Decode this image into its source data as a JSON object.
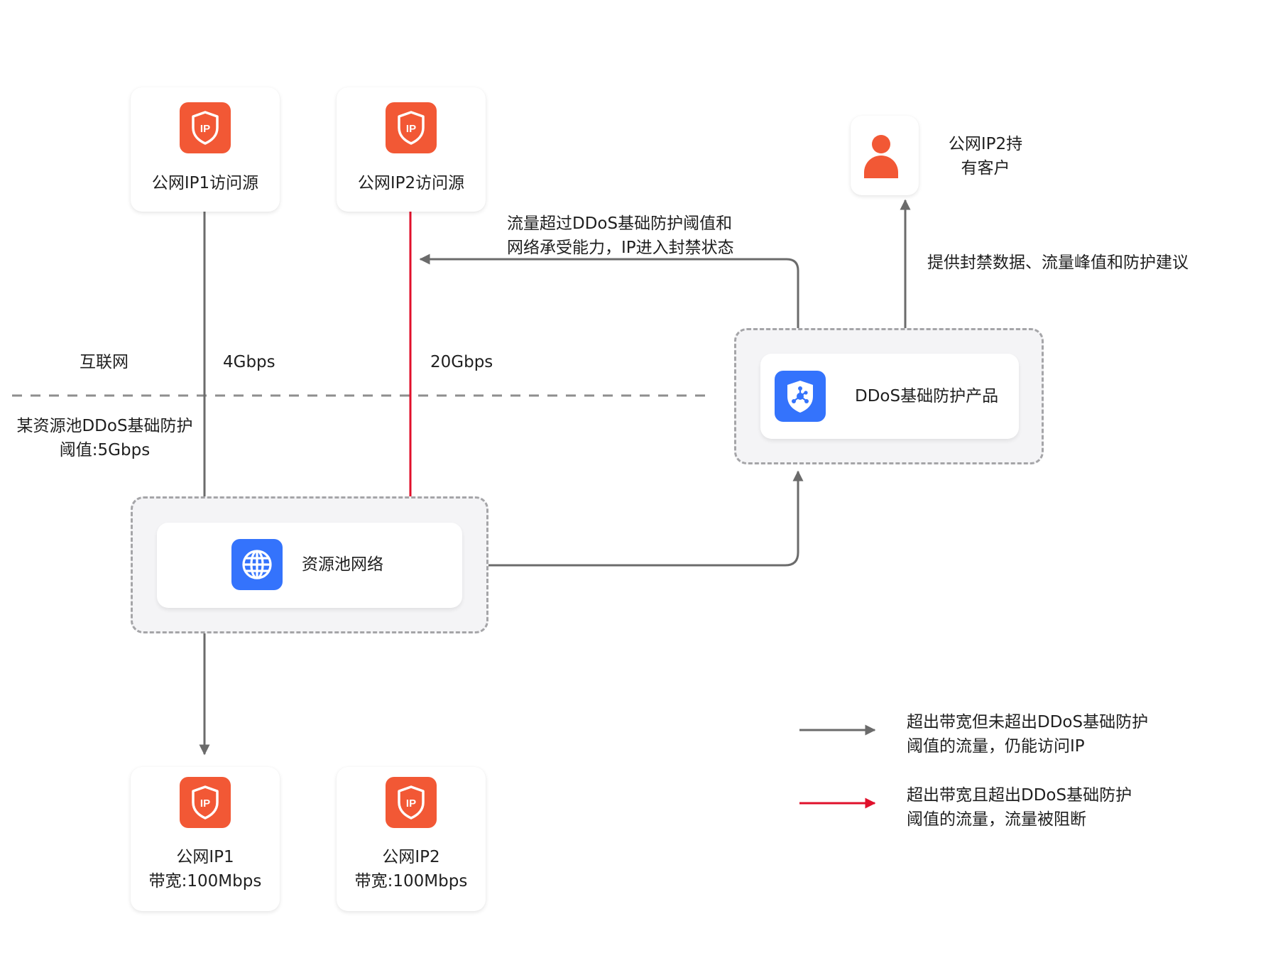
{
  "colors": {
    "accent_orange": "#F25835",
    "accent_blue": "#3473FC",
    "line_gray": "#6b6b6b",
    "line_red": "#E0102B",
    "group_bg": "#F4F4F6",
    "group_border": "#A5A5A8"
  },
  "sources": [
    {
      "label": "公网IP1访问源",
      "icon": "ip-shield-icon"
    },
    {
      "label": "公网IP2访问源",
      "icon": "ip-shield-icon"
    }
  ],
  "customer": {
    "label": "公网IP2持\n有客户",
    "icon": "user-icon"
  },
  "zones": {
    "internet": "互联网",
    "pool_threshold": "某资源池DDoS基础防护\n阈值:5Gbps"
  },
  "traffic": {
    "ip1": "4Gbps",
    "ip2": "20Gbps"
  },
  "resource_pool": {
    "label": "资源池网络",
    "icon": "globe-icon"
  },
  "ddos_product": {
    "label": "DDoS基础防护产品",
    "icon": "shield-network-icon"
  },
  "annotations": {
    "blackhole": "流量超过DDoS基础防护阈值和\n网络承受能力，IP进入封禁状态",
    "report": "提供封禁数据、流量峰值和防护建议"
  },
  "targets": [
    {
      "label": "公网IP1\n带宽:100Mbps",
      "icon": "ip-shield-icon"
    },
    {
      "label": "公网IP2\n带宽:100Mbps",
      "icon": "ip-shield-icon"
    }
  ],
  "legend": [
    {
      "color": "gray",
      "text": "超出带宽但未超出DDoS基础防护\n阈值的流量，仍能访问IP"
    },
    {
      "color": "red",
      "text": "超出带宽且超出DDoS基础防护\n阈值的流量，流量被阻断"
    }
  ]
}
